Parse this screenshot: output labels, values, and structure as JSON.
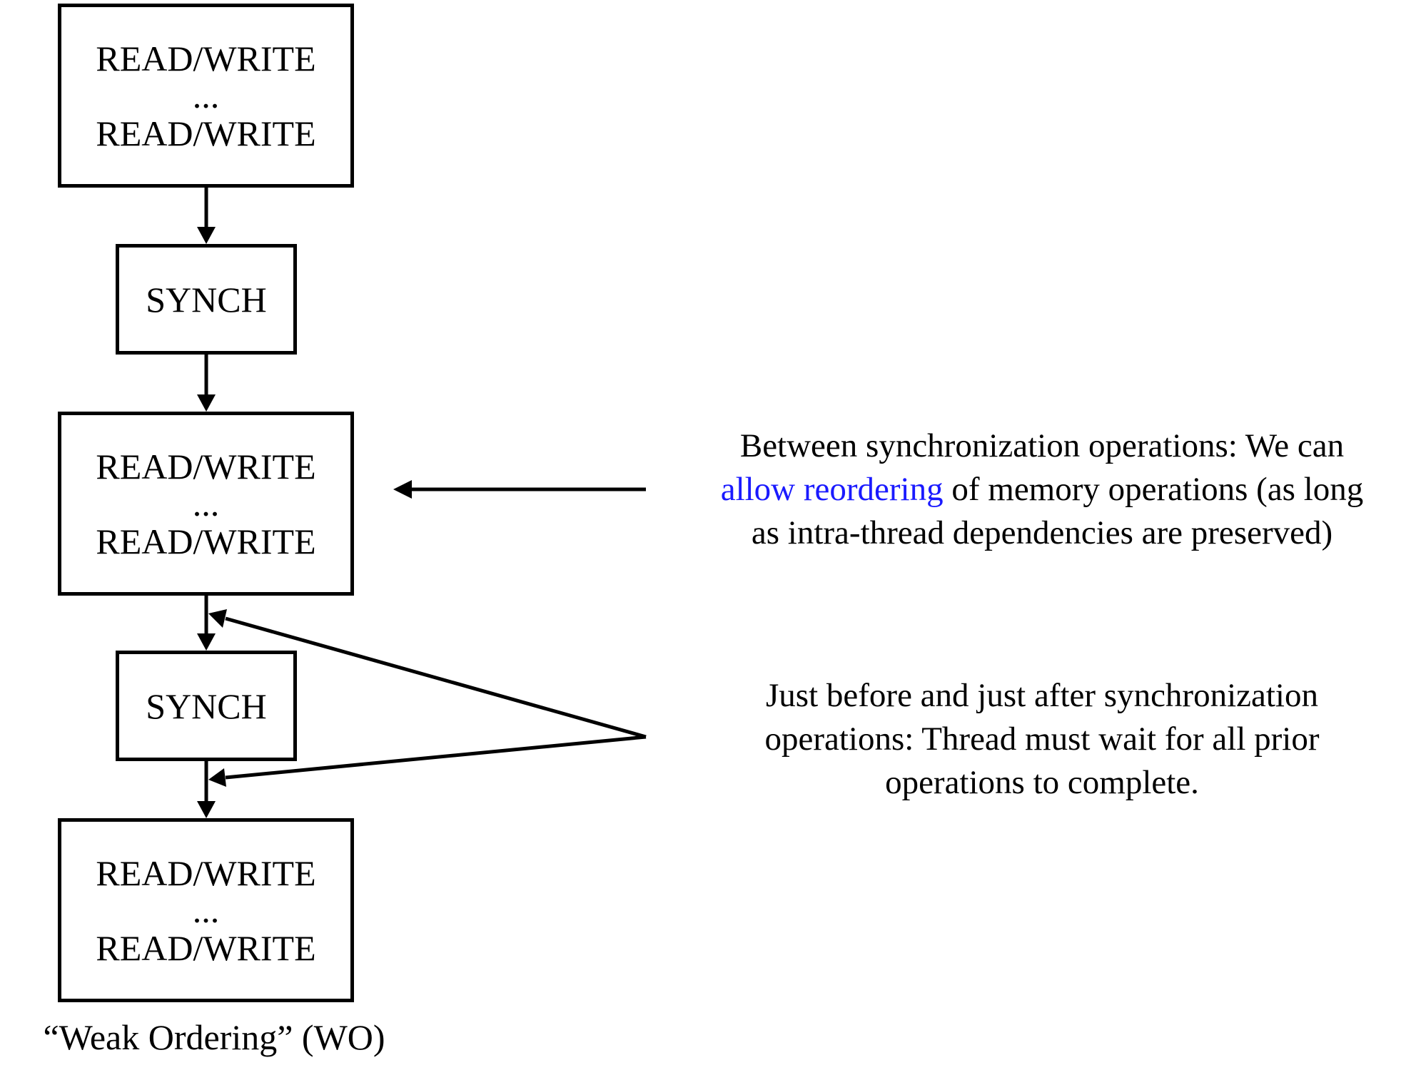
{
  "blocks": {
    "rw1": {
      "line1": "READ/WRITE",
      "dots": "...",
      "line2": "READ/WRITE"
    },
    "synch1": {
      "label": "SYNCH"
    },
    "rw2": {
      "line1": "READ/WRITE",
      "dots": "...",
      "line2": "READ/WRITE"
    },
    "synch2": {
      "label": "SYNCH"
    },
    "rw3": {
      "line1": "READ/WRITE",
      "dots": "...",
      "line2": "READ/WRITE"
    }
  },
  "annotations": {
    "reorder": {
      "line1": "Between synchronization operations: We can",
      "highlight": "allow reordering",
      "line2_rest": " of memory operations (as long",
      "line3": "as intra-thread dependencies are preserved)"
    },
    "wait": {
      "line1": "Just before and just after synchronization",
      "line2": "operations: Thread must wait for all prior",
      "line3": "operations to complete."
    }
  },
  "caption": "“Weak Ordering” (WO)",
  "colors": {
    "line": "#000000",
    "highlight": "#1a1aff",
    "background": "#ffffff"
  }
}
